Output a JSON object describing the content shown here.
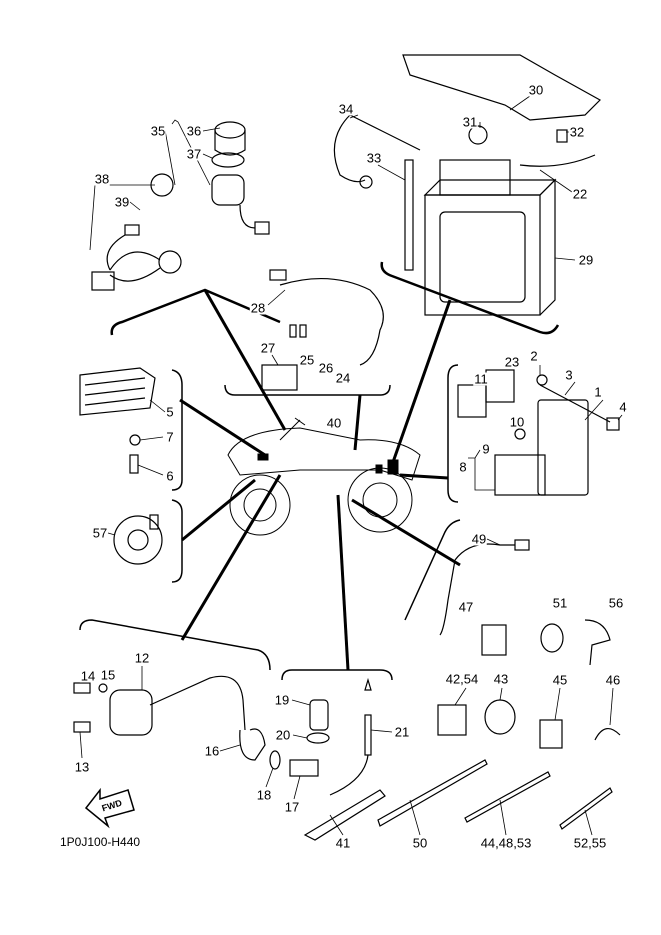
{
  "diagram": {
    "drawing_code": "1P0J100-H440",
    "fwd_arrow_text": "FWD",
    "line_color": "#000000",
    "background": "#ffffff",
    "part_labels": {
      "p1": "1",
      "p2": "2",
      "p3": "3",
      "p4": "4",
      "p5": "5",
      "p6": "6",
      "p7": "7",
      "p8": "8",
      "p9": "9",
      "p10": "10",
      "p11": "11",
      "p12": "12",
      "p13": "13",
      "p14": "14",
      "p15": "15",
      "p16": "16",
      "p17": "17",
      "p18": "18",
      "p19": "19",
      "p20": "20",
      "p21": "21",
      "p22": "22",
      "p23": "23",
      "p24": "24",
      "p25": "25",
      "p26": "26",
      "p27": "27",
      "p28": "28",
      "p29": "29",
      "p30": "30",
      "p31": "31",
      "p32": "32",
      "p33": "33",
      "p34": "34",
      "p35": "35",
      "p36": "36",
      "p37": "37",
      "p38": "38",
      "p39": "39",
      "p40": "40",
      "p41": "41",
      "p42_54": "42,54",
      "p43": "43",
      "p44_48_53": "44,48,53",
      "p45": "45",
      "p46": "46",
      "p47": "47",
      "p49": "49",
      "p50": "50",
      "p51": "51",
      "p52_55": "52,55",
      "p56": "56",
      "p57": "57"
    }
  }
}
